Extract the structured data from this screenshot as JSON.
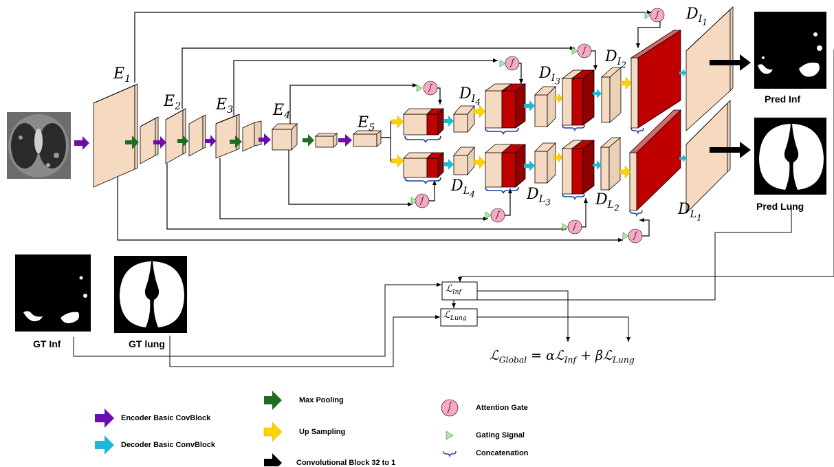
{
  "encoder_labels": [
    "E1",
    "E2",
    "E3",
    "E4",
    "E5"
  ],
  "decoder_inf_labels": [
    "D_I1",
    "D_I2",
    "D_I3",
    "D_I4"
  ],
  "decoder_lung_labels": [
    "D_L1",
    "D_L2",
    "D_L3",
    "D_L4"
  ],
  "outputs": {
    "pred_inf": "Pred Inf",
    "pred_lung": "Pred Lung",
    "gt_inf": "GT Inf",
    "gt_lung": "GT lung"
  },
  "losses": {
    "inf": "L_Inf",
    "lung": "L_Lung",
    "global": "L_Global = αL_Inf + βL_Lung"
  },
  "legend": {
    "encoder_block": "Encoder Basic CovBlock",
    "decoder_block": "Decoder Basic ConvBlock",
    "max_pooling": "Max Pooling",
    "up_sampling": "Up Sampling",
    "conv_block": "Convolutional Block 32 to 1",
    "attention_gate": "Attention Gate",
    "gating_signal": "Gating Signal",
    "concatenation": "Concatenation"
  },
  "colors": {
    "block_face": "#f5d9c0",
    "decoder_red": "#c00000",
    "encoder_arrow": "#6a0dad",
    "decoder_arrow": "#1fb8d8",
    "pool_arrow": "#1f6e1f",
    "up_arrow": "#ffd200",
    "attention": "#f7a8c4",
    "gating": "#b6e3b0",
    "concat": "#1a3a9c"
  }
}
